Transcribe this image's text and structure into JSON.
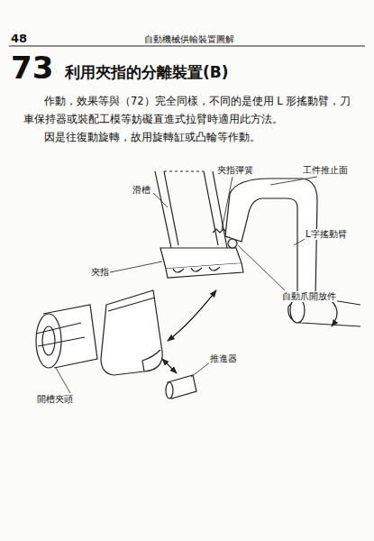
{
  "diagram": {
    "title": "利用夾指的分離裝置(B)",
    "labels": [
      "48",
      "自動機械供輸裝置圖解",
      "73",
      "作動，效果等與（72）完全同樣，不同的是使用 L 形搖動臂，刀車保持器或裝配工模等妨礙直進式拉臂時適用此方法。",
      "因是往復動旋轉，故用旋轉缸或凸輪等作動。",
      "夾指彈簧",
      "工件推止面",
      "滑槽",
      "L字搖動臂",
      "夾指",
      "自動爪開放件",
      "開槽夾頭",
      "推進器"
    ]
  }
}
